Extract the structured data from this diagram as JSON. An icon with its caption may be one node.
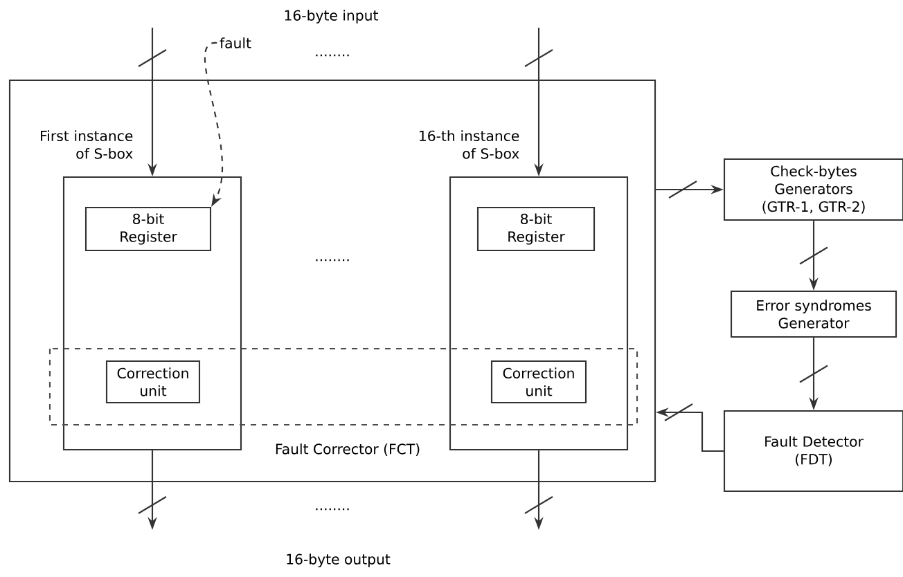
{
  "diagram": {
    "nodes": [
      {
        "text": [
          "fault"
        ]
      },
      {
        "text": [
          "Fault Corrector (FCT)"
        ]
      },
      {
        "text": [
          "First instance of S-box"
        ],
        "in": 1
      },
      {
        "text": [
          "8-bit Register"
        ],
        "in": 2
      },
      {
        "text": [
          "Correction unit"
        ],
        "in": 2
      },
      {
        "text": [
          "16-th instance of S-box"
        ],
        "in": 1
      },
      {
        "text": [
          "8-bit Register"
        ],
        "in": 5
      },
      {
        "text": [
          "Correction unit"
        ],
        "in": 5
      },
      {
        "text": [
          "Check-bytes Generators (GTR-1, GTR-2)"
        ]
      },
      {
        "text": [
          "Error syndromes Generator"
        ]
      },
      {
        "text": [
          "Fault Detector (FDT)"
        ]
      }
    ],
    "edges": [
      {
        "from": null,
        "to": 2,
        "arrow": "to"
      },
      {
        "from": null,
        "to": 5,
        "arrow": "to"
      },
      {
        "from": 0,
        "to": 3,
        "arrow": "to",
        "style": "dashed"
      },
      {
        "from": 1,
        "to": 8,
        "arrow": "to"
      },
      {
        "from": 8,
        "to": 9,
        "arrow": "to"
      },
      {
        "from": 9,
        "to": 10,
        "arrow": "to"
      },
      {
        "from": 10,
        "to": 1,
        "arrow": "to"
      },
      {
        "from": 2,
        "to": null,
        "arrow": "to"
      },
      {
        "from": 5,
        "to": null,
        "arrow": "to"
      }
    ],
    "labels": [
      "16-byte input",
      "........",
      "........",
      "16-byte output",
      "........"
    ]
  }
}
